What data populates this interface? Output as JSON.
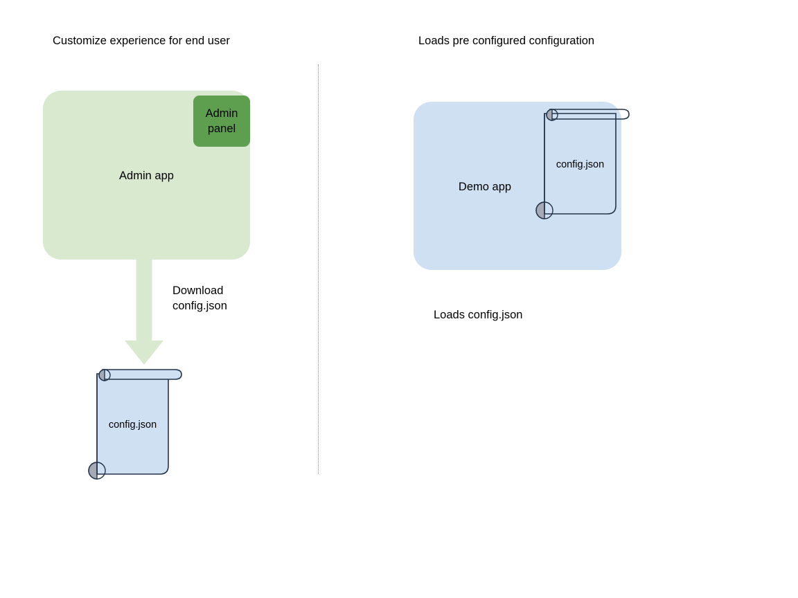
{
  "diagram": {
    "type": "flow-diagram",
    "background_color": "#ffffff",
    "panels": [
      {
        "id": "left",
        "heading": "Customize experience for end user",
        "app": {
          "name": "Admin app",
          "fill_color": "#d9e9d0",
          "badge": {
            "label_line1": "Admin",
            "label_line2": "panel",
            "fill_color": "#5d9e4f"
          }
        },
        "arrow": {
          "label_line1": "Download",
          "label_line2": "config.json",
          "direction": "down",
          "fill_color": "#d9e9d0"
        },
        "document": {
          "label": "config.json",
          "fill_color": "#cfe0f3",
          "stroke_color": "#23344a",
          "curl_color": "#a6aab5"
        }
      },
      {
        "id": "right",
        "heading": "Loads pre configured configuration",
        "app": {
          "name": "Demo app",
          "fill_color": "#cfe0f3"
        },
        "document": {
          "label": "config.json",
          "fill_color": "transparent",
          "stroke_color": "#23344a",
          "curl_color": "#a6aab5"
        },
        "caption": "Loads config.json"
      }
    ],
    "divider": {
      "style": "dotted",
      "orientation": "vertical",
      "color": "#9a8f86"
    }
  }
}
